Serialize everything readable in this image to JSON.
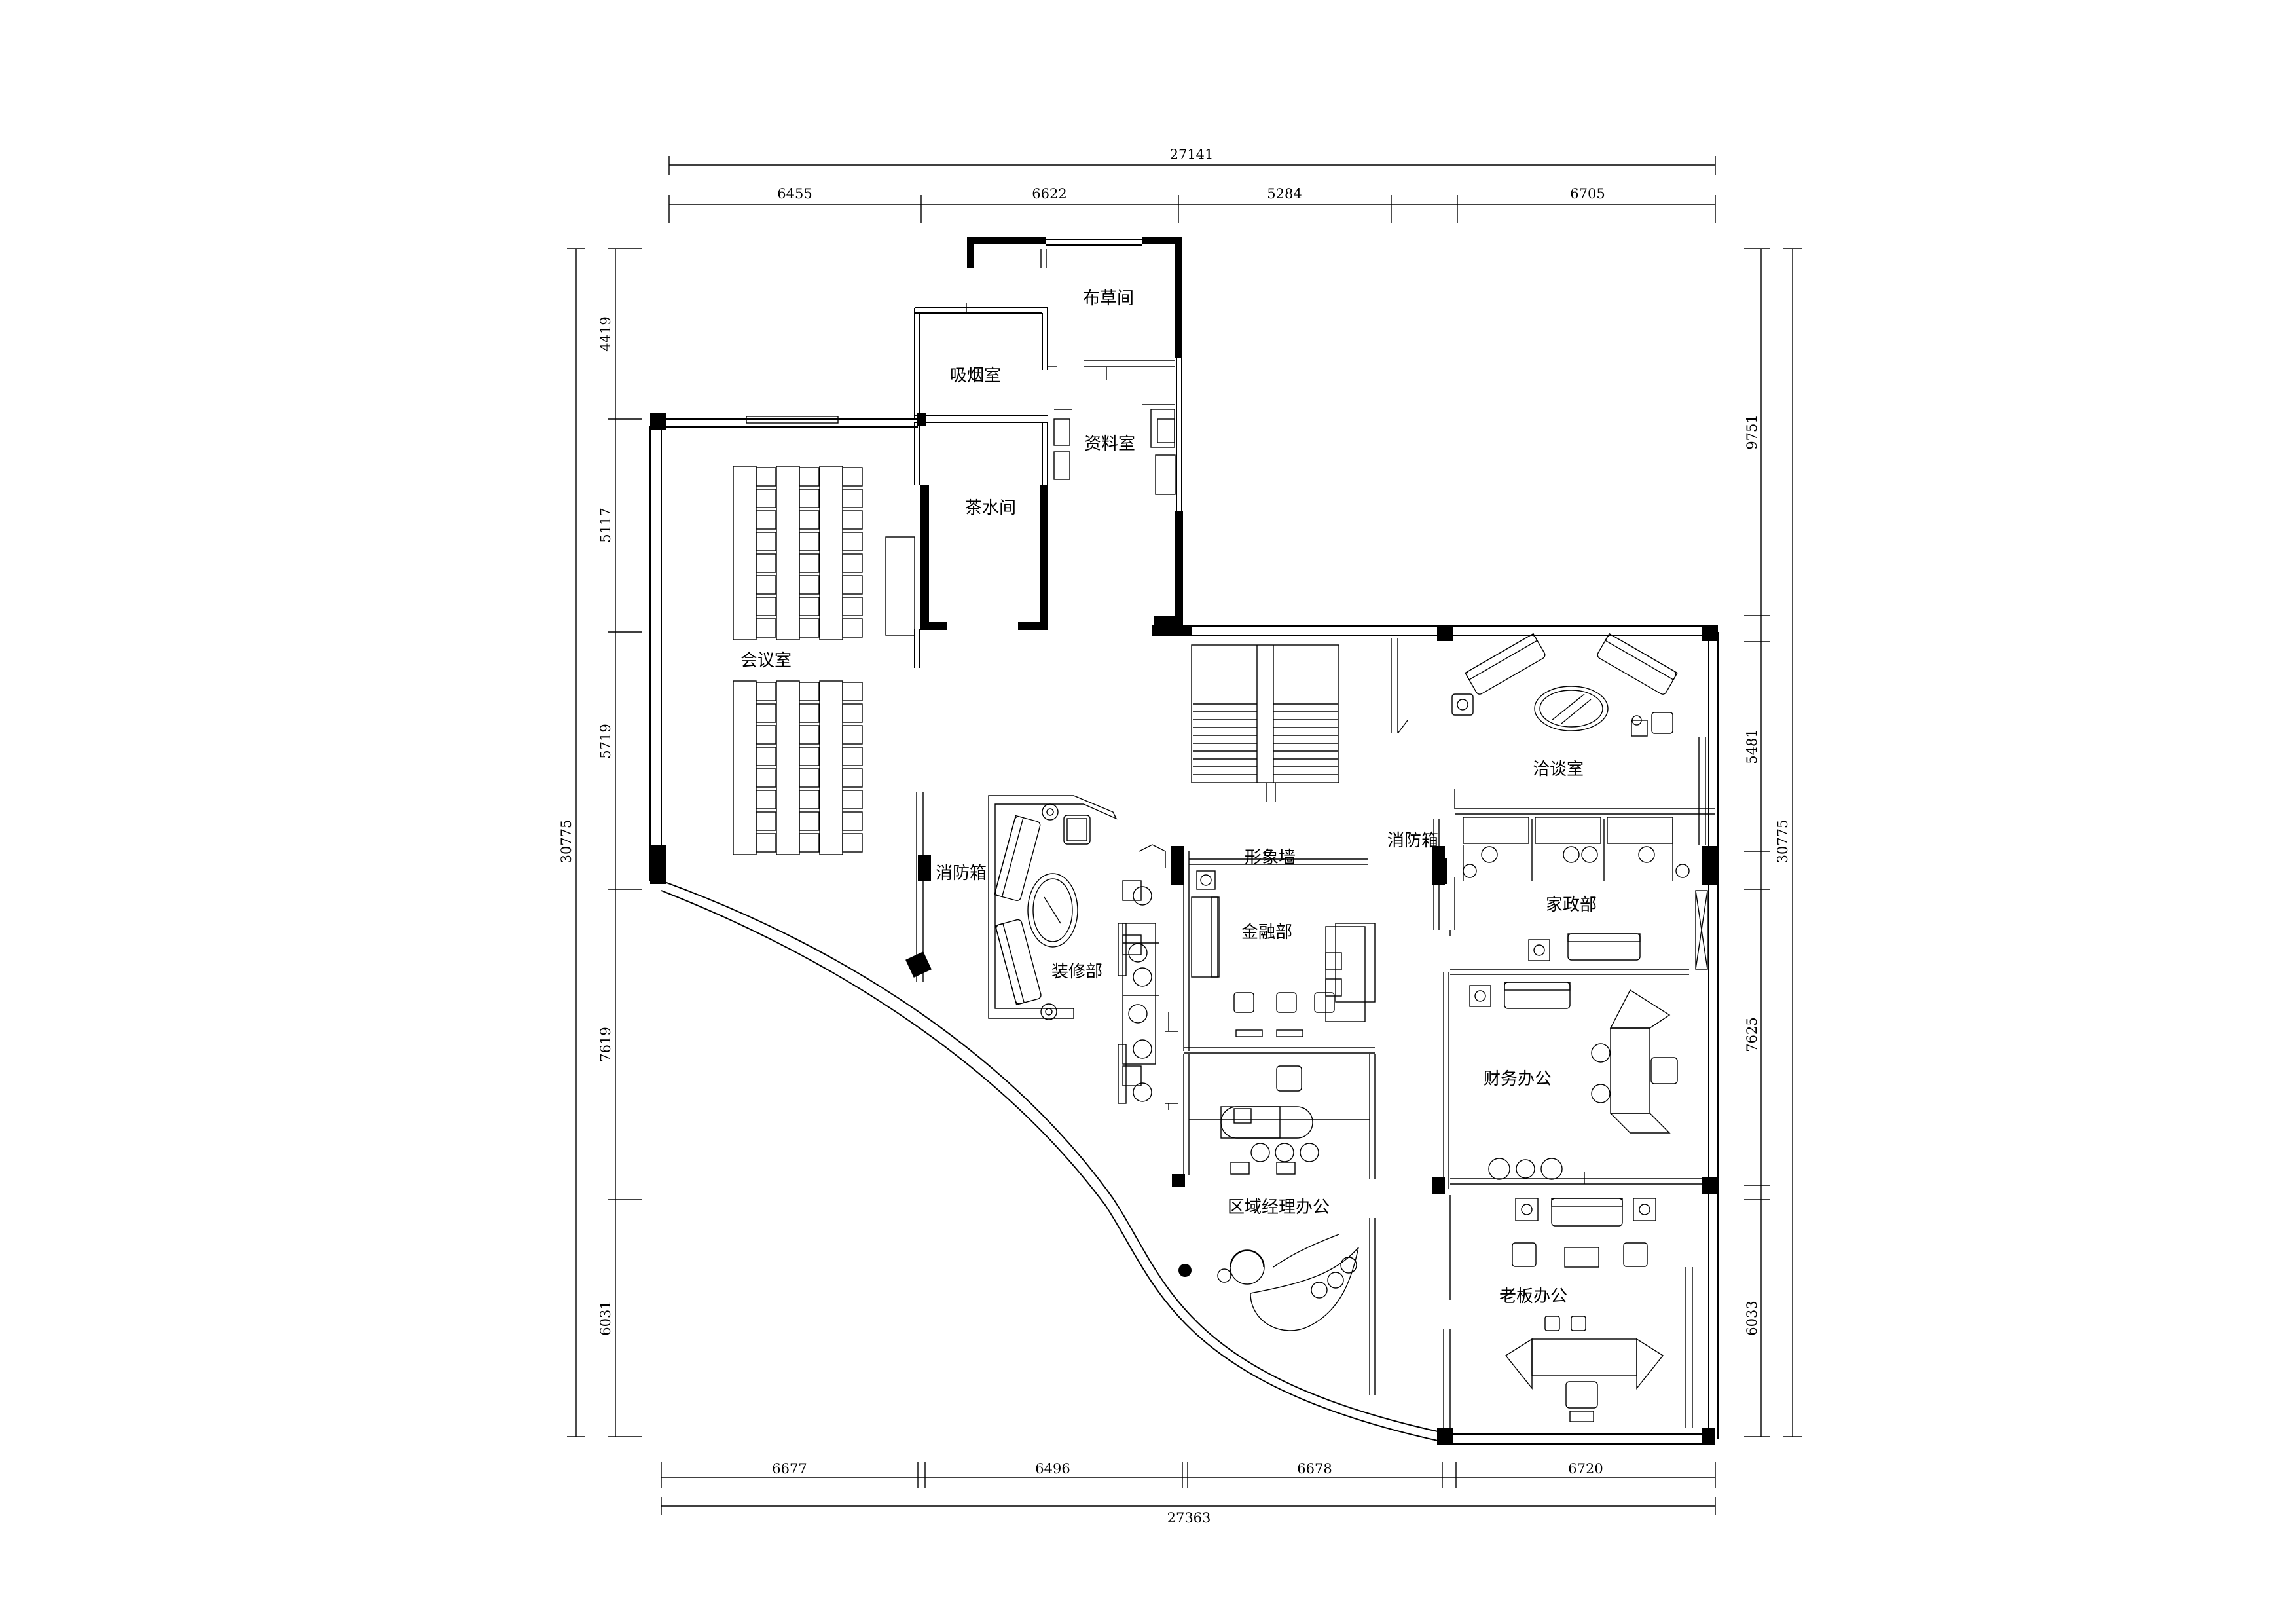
{
  "rooms": {
    "cloth_room": "布草间",
    "smoking_room": "吸烟室",
    "archive_room": "资料室",
    "tea_room": "茶水间",
    "meeting_room": "会议室",
    "negotiation_room": "洽谈室",
    "fire_box_left": "消防箱",
    "fire_box_right": "消防箱",
    "decoration_dept": "装修部",
    "image_wall": "形象墙",
    "finance_dept": "金融部",
    "housekeeping_dept": "家政部",
    "finance_office": "财务办公",
    "regional_manager_office": "区域经理办公",
    "boss_office": "老板办公"
  },
  "dimensions": {
    "top_total": "27141",
    "top": [
      "6455",
      "6622",
      "5284",
      "6705"
    ],
    "bottom_total": "27363",
    "bottom": [
      "6677",
      "6496",
      "6678",
      "6720"
    ],
    "left_total": "30775",
    "left": [
      "4419",
      "5117",
      "5719",
      "7619",
      "6031"
    ],
    "right_total": "30775",
    "right": [
      "9751",
      "5481",
      "7625",
      "6033"
    ]
  }
}
